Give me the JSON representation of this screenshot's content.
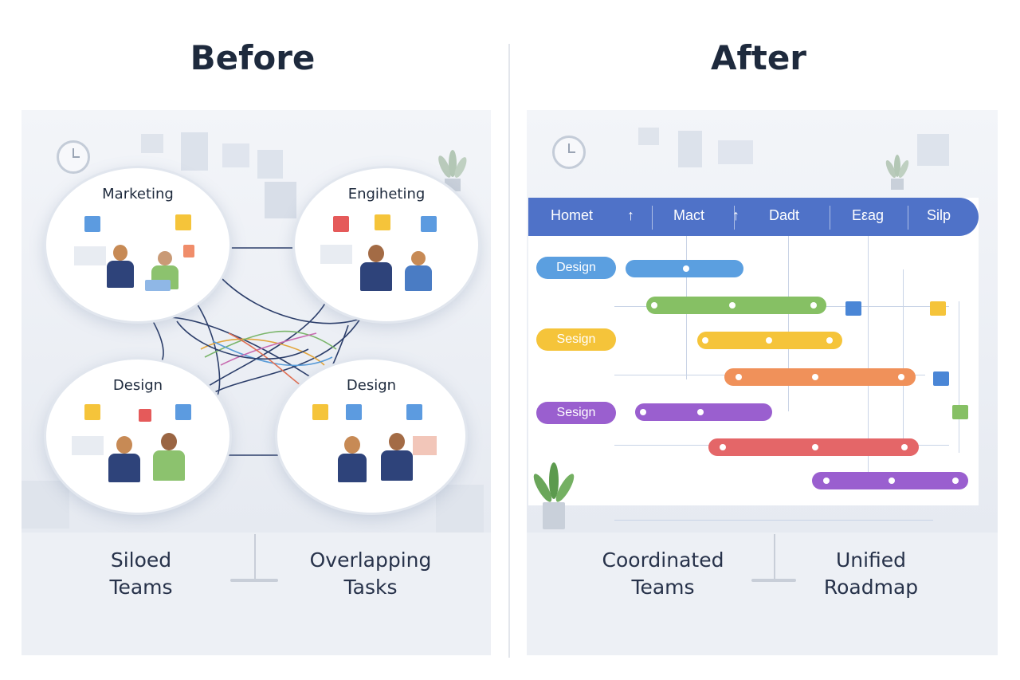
{
  "before": {
    "title": "Before",
    "teams": [
      "Marketing",
      "Engiheting",
      "Design",
      "Design"
    ],
    "captions": {
      "left": [
        "Siloed",
        "Teams"
      ],
      "right": [
        "Overlapping",
        "Tasks"
      ]
    }
  },
  "after": {
    "title": "After",
    "roadmap_header": {
      "items": [
        "Homet",
        "↑",
        "Mact",
        "↑",
        "Dadt",
        "Eεag",
        "Silp"
      ]
    },
    "row_labels": [
      "Design",
      "Sesign",
      "Sesign"
    ],
    "captions": {
      "left": [
        "Coordinated",
        "Teams"
      ],
      "right": [
        "Unified",
        "Roadmap"
      ]
    }
  },
  "colors": {
    "title": "#1e2a3d",
    "header_blue": "#4f72c8",
    "bar_blue": "#5b9fe0",
    "bar_green": "#86c064",
    "bar_yellow": "#f5c43a",
    "bar_orange": "#f0915a",
    "bar_purple": "#9a5fcf",
    "bar_red": "#e46668"
  }
}
